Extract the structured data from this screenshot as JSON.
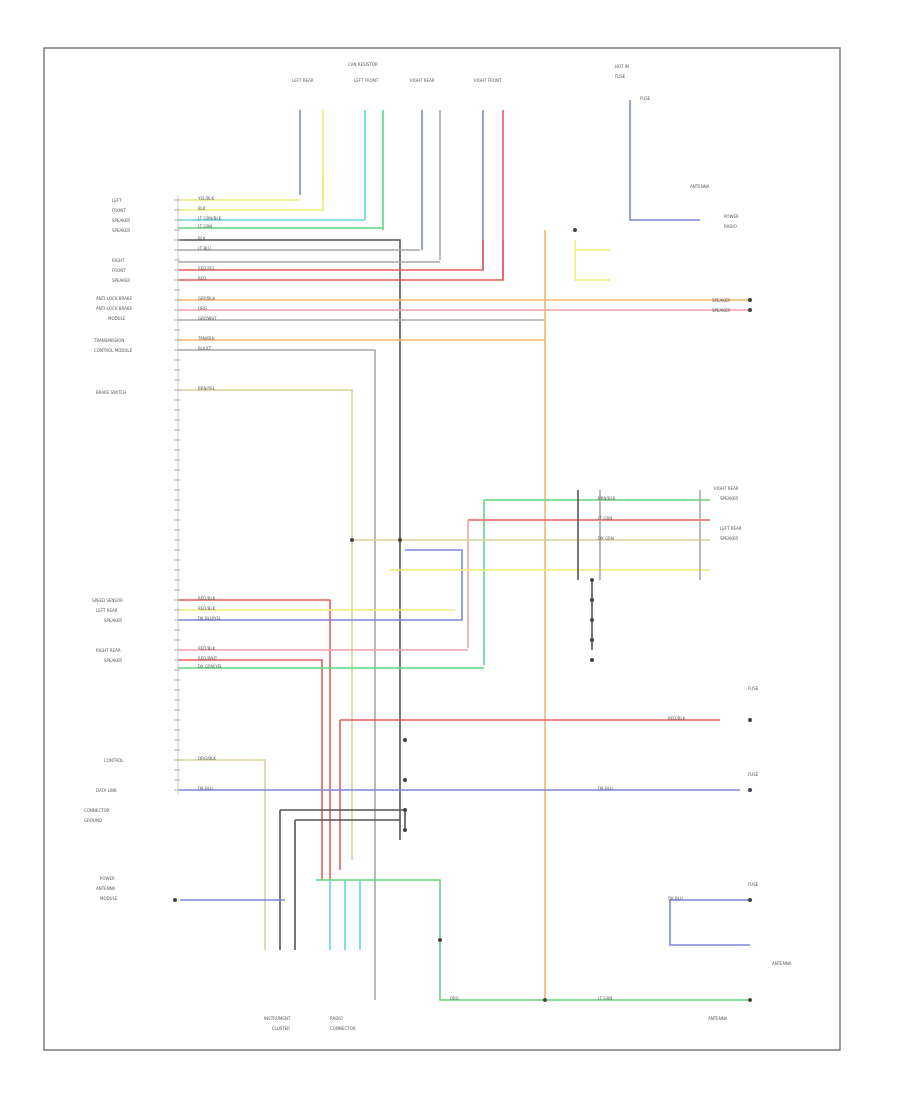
{
  "diagram": {
    "left_labels": [
      {
        "id": "l1",
        "text": "LEFT"
      },
      {
        "id": "l2",
        "text": "FRONT"
      },
      {
        "id": "l3",
        "text": "SPEAKER"
      },
      {
        "id": "l4",
        "text": "SPEAKER"
      },
      {
        "id": "l5",
        "text": "RIGHT"
      },
      {
        "id": "l6",
        "text": "FRONT"
      },
      {
        "id": "l7",
        "text": "SPEAKER"
      },
      {
        "id": "l8",
        "text": "ANTI-LOCK BRAKE"
      },
      {
        "id": "l9",
        "text": "ANTI-LOCK BRAKE"
      },
      {
        "id": "l10",
        "text": "MODULE"
      },
      {
        "id": "l11",
        "text": "TRANSMISSION"
      },
      {
        "id": "l12",
        "text": "CONTROL MODULE"
      },
      {
        "id": "l13",
        "text": "BRAKE SWITCH"
      },
      {
        "id": "l14",
        "text": "SPEED SENSOR"
      },
      {
        "id": "l15",
        "text": "LEFT REAR"
      },
      {
        "id": "l16",
        "text": "SPEAKER"
      },
      {
        "id": "l17",
        "text": "RIGHT REAR"
      },
      {
        "id": "l18",
        "text": "SPEAKER"
      },
      {
        "id": "l19",
        "text": "CONTROL"
      },
      {
        "id": "l20",
        "text": "DATA LINK"
      },
      {
        "id": "l21",
        "text": "CONNECTOR"
      },
      {
        "id": "l22",
        "text": "GROUND"
      },
      {
        "id": "l23",
        "text": "POWER"
      },
      {
        "id": "l24",
        "text": "ANTENNA"
      },
      {
        "id": "l25",
        "text": "MODULE"
      }
    ],
    "wire_labels": [
      {
        "id": "w1",
        "text": "YEL/BLK"
      },
      {
        "id": "w2",
        "text": "BLK"
      },
      {
        "id": "w3",
        "text": "LT GRN/BLK"
      },
      {
        "id": "w4",
        "text": "LT GRN"
      },
      {
        "id": "w5",
        "text": "BLK"
      },
      {
        "id": "w6",
        "text": "LT BLU"
      },
      {
        "id": "w7",
        "text": "RED/YEL"
      },
      {
        "id": "w8",
        "text": "RED"
      },
      {
        "id": "w9",
        "text": "GRY/BLK"
      },
      {
        "id": "w10",
        "text": "ORG"
      },
      {
        "id": "w11",
        "text": "GRY/WHT"
      },
      {
        "id": "w12",
        "text": "TAN/BLK"
      },
      {
        "id": "w13",
        "text": "BLK/LT"
      },
      {
        "id": "w14",
        "text": "BRN/YEL"
      },
      {
        "id": "w15",
        "text": "RED/BLK"
      },
      {
        "id": "w16",
        "text": "RED/BLK"
      },
      {
        "id": "w17",
        "text": "DK BLU/YEL"
      },
      {
        "id": "w18",
        "text": "RED/BLK"
      },
      {
        "id": "w19",
        "text": "RED/WHT"
      },
      {
        "id": "w20",
        "text": "DK GRN/YEL"
      },
      {
        "id": "w21",
        "text": "RED/BLK"
      },
      {
        "id": "w22",
        "text": "ORG/BLK"
      },
      {
        "id": "w23",
        "text": "DK BLU"
      },
      {
        "id": "w24",
        "text": "DK BLU"
      },
      {
        "id": "w25",
        "text": "BRN/BLK"
      },
      {
        "id": "w26",
        "text": "LT GRN"
      },
      {
        "id": "w27",
        "text": "DK GRN"
      },
      {
        "id": "w28",
        "text": "LT GRN"
      },
      {
        "id": "w29",
        "text": "DK BLU"
      },
      {
        "id": "w30",
        "text": "ORG"
      }
    ],
    "right_labels": [
      {
        "id": "r1",
        "text": "FUSE"
      },
      {
        "id": "r2",
        "text": "ANTENNA"
      },
      {
        "id": "r3",
        "text": "SPEAKER"
      },
      {
        "id": "r4",
        "text": "SPEAKER"
      },
      {
        "id": "r5",
        "text": "POWER"
      },
      {
        "id": "r6",
        "text": "RADIO"
      },
      {
        "id": "r7",
        "text": "RIGHT REAR"
      },
      {
        "id": "r8",
        "text": "SPEAKER"
      },
      {
        "id": "r9",
        "text": "LEFT REAR"
      },
      {
        "id": "r10",
        "text": "SPEAKER"
      },
      {
        "id": "r11",
        "text": "FUSE"
      },
      {
        "id": "r12",
        "text": "FUSE"
      },
      {
        "id": "r13",
        "text": "FUSE"
      },
      {
        "id": "r14",
        "text": "ANTENNA"
      }
    ],
    "bottom_labels": [
      {
        "id": "b1",
        "text": "INSTRUMENT"
      },
      {
        "id": "b2",
        "text": "CLUSTER"
      },
      {
        "id": "b3",
        "text": "RADIO"
      },
      {
        "id": "b4",
        "text": "CONNECTOR"
      },
      {
        "id": "b5",
        "text": "ANTENNA"
      }
    ],
    "top_labels": [
      {
        "id": "t1",
        "text": "CAN RESISTOR"
      },
      {
        "id": "t2",
        "text": "LEFT REAR"
      },
      {
        "id": "t3",
        "text": "LEFT FRONT"
      },
      {
        "id": "t4",
        "text": "RIGHT REAR"
      },
      {
        "id": "t5",
        "text": "RIGHT FRONT"
      },
      {
        "id": "t6",
        "text": "HOT IN"
      },
      {
        "id": "t7",
        "text": "FUSE"
      }
    ]
  }
}
